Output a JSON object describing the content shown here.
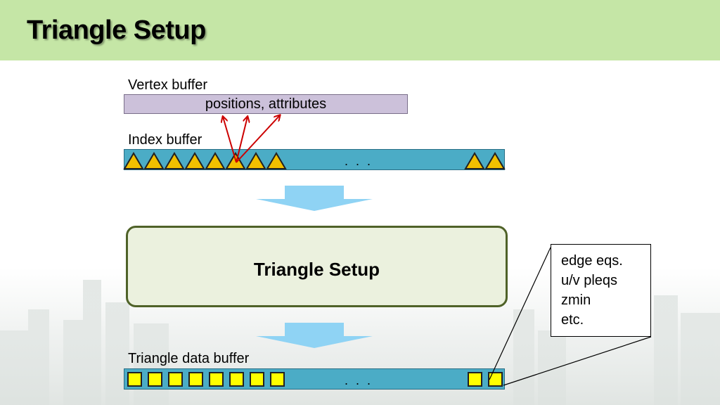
{
  "slide": {
    "title": "Triangle Setup"
  },
  "vertex_buffer": {
    "label": "Vertex buffer",
    "content": "positions, attributes"
  },
  "index_buffer": {
    "label": "Index buffer",
    "ellipsis": ". . .",
    "triangle_count_left": 8,
    "triangle_count_right": 2
  },
  "process_box": {
    "label": "Triangle Setup"
  },
  "output_note": {
    "lines": [
      "edge eqs.",
      "u/v pleqs",
      "zmin",
      "etc."
    ]
  },
  "triangle_data_buffer": {
    "label": "Triangle data buffer",
    "ellipsis": ". . .",
    "square_count_left": 8,
    "square_count_right": 2
  },
  "colors": {
    "header": "#c5e6a6",
    "buffer": "#4bacc6",
    "vertex_bar": "#ccc1da",
    "triangle_fill": "#f2c000",
    "square_fill": "#ffff00",
    "arrow_red": "#cc0000",
    "flow_arrow": "#8fd3f4",
    "process_box": "#ebf1de"
  }
}
